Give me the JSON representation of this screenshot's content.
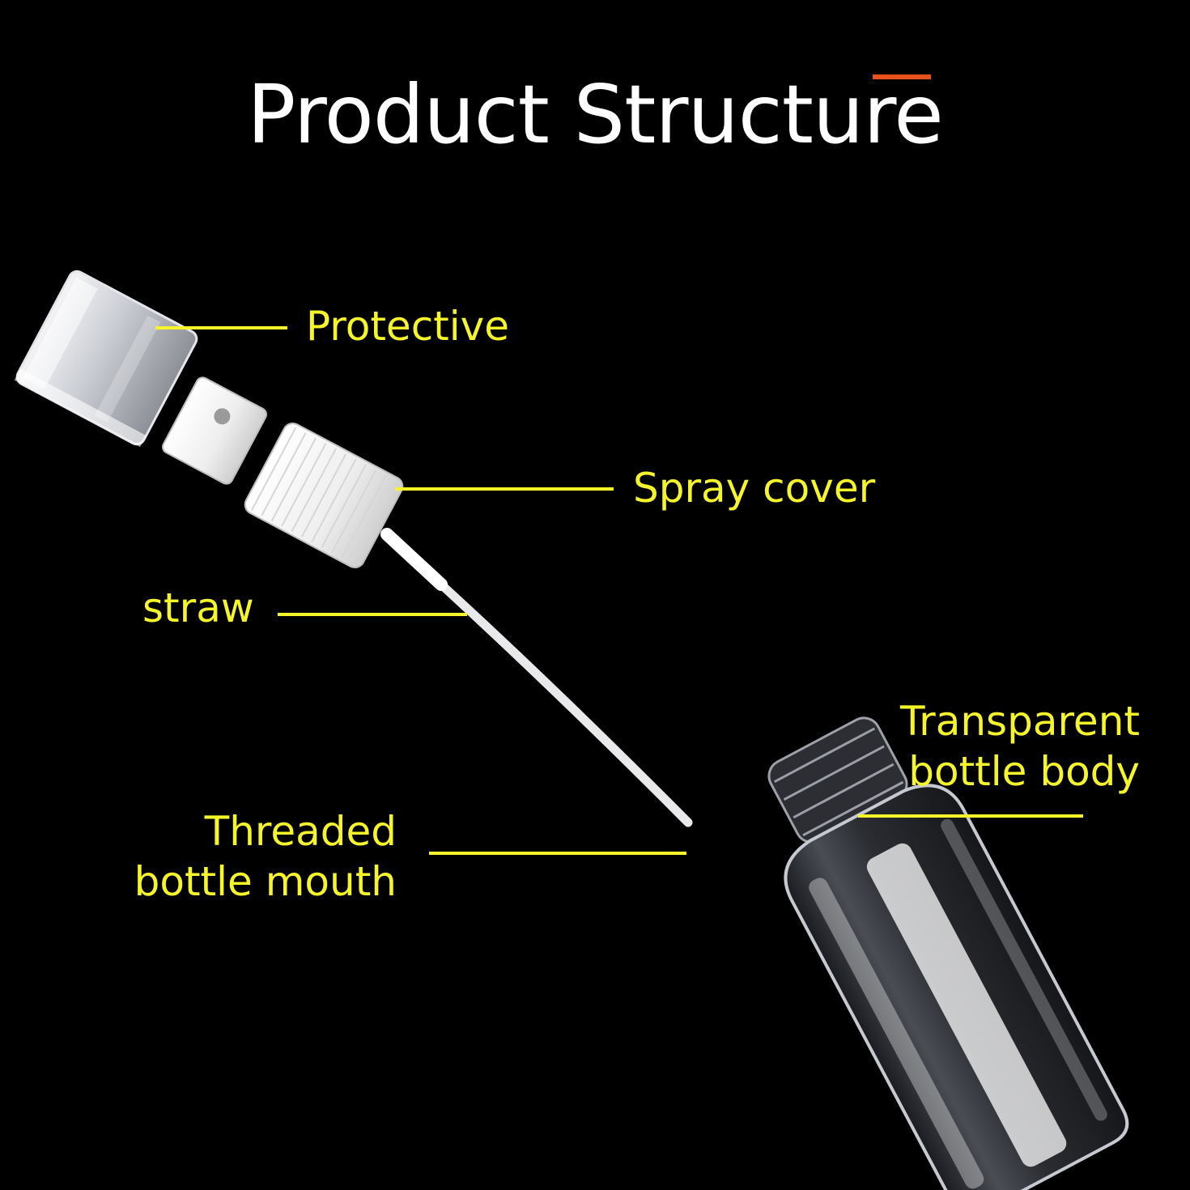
{
  "title": "Product Structure",
  "colors": {
    "background": "#000000",
    "title": "#ffffff",
    "label": "#f5f52a",
    "leader_line": "#f5f52a",
    "accent": "#e8501c"
  },
  "labels": {
    "protective": "Protective",
    "spray_cover": "Spray cover",
    "straw": "straw",
    "body_line1": "Transparent",
    "body_line2": "bottle body",
    "mouth_line1": "Threaded",
    "mouth_line2": "bottle mouth"
  }
}
